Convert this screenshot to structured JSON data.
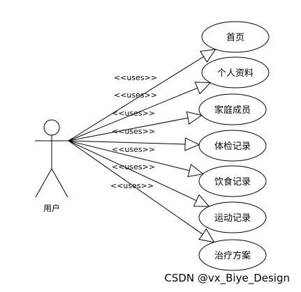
{
  "actor": {
    "name": "用户"
  },
  "stereotype": "<<uses>>",
  "use_cases": [
    {
      "label": "首页"
    },
    {
      "label": "个人资料"
    },
    {
      "label": "家庭成员"
    },
    {
      "label": "体检记录"
    },
    {
      "label": "饮食记录"
    },
    {
      "label": "运动记录"
    },
    {
      "label": "治疗方案"
    }
  ],
  "watermark": "CSDN @vx_Biye_Design"
}
